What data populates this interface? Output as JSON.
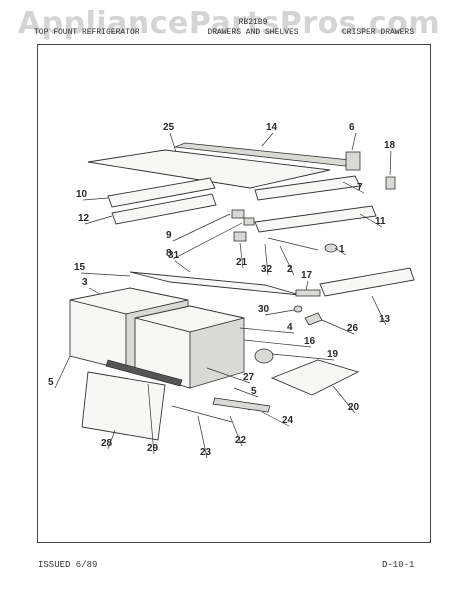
{
  "watermark": "AppliancePartsPros.com",
  "header": {
    "left": "TOP FOUNT REFRIGERATOR",
    "mid_line1": "RB21B9",
    "mid_line2": "DRAWERS AND SHELVES",
    "right": "CRISPER DRAWERS"
  },
  "footer": {
    "issued": "ISSUED 6/89",
    "page": "D-10-1"
  },
  "callouts": [
    "25",
    "14",
    "6",
    "18",
    "10",
    "7",
    "12",
    "11",
    "9",
    "8",
    "1",
    "21",
    "32",
    "2",
    "15",
    "31",
    "17",
    "3",
    "30",
    "4",
    "26",
    "13",
    "16",
    "19",
    "5",
    "27",
    "20",
    "5",
    "28",
    "22",
    "29",
    "23",
    "24"
  ]
}
